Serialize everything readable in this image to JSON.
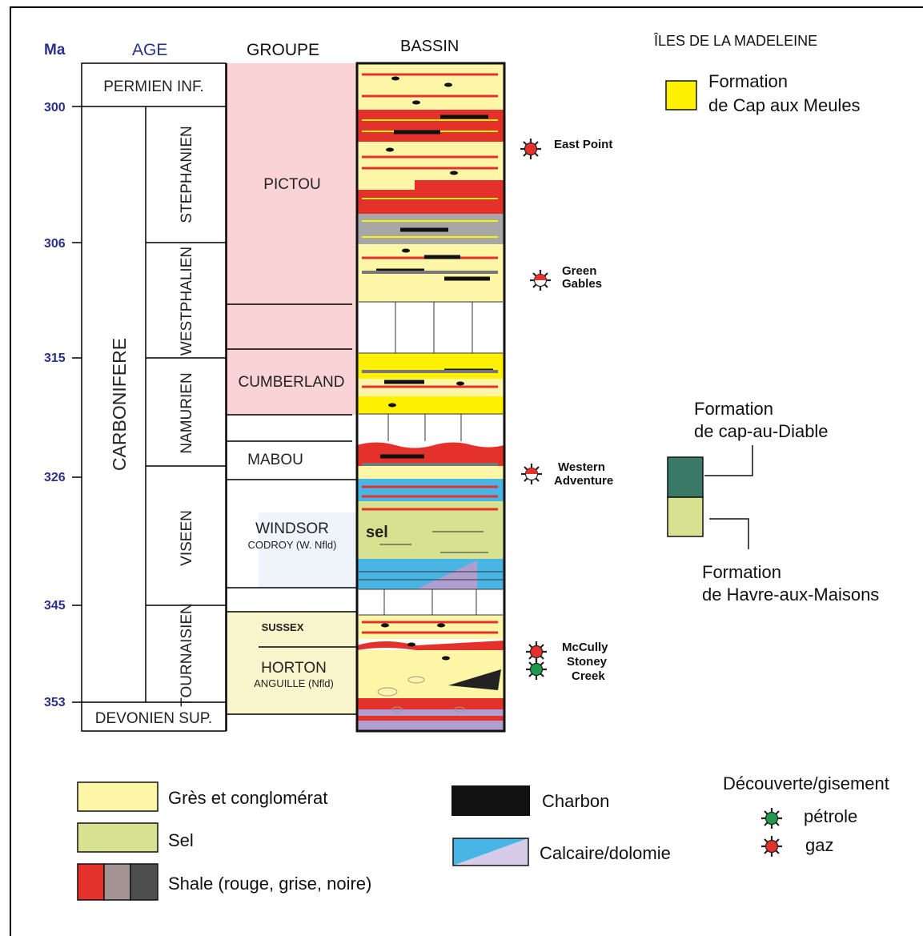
{
  "headers": {
    "ma": "Ma",
    "age": "AGE",
    "groupe": "GROUPE",
    "bassin": "BASSIN",
    "region": "ÎLES DE LA MADELEINE"
  },
  "ma_ticks": [
    "300",
    "306",
    "315",
    "326",
    "345",
    "353"
  ],
  "periods": {
    "permien": "PERMIEN INF.",
    "carbonifere": "CARBONIFERE",
    "devonien": "DEVONIEN SUP."
  },
  "stages": [
    "STEPHANIEN",
    "WESTPHALIEN",
    "NAMURIEN",
    "VISEEN",
    "TOURNAISIEN"
  ],
  "groups": {
    "pictou": "PICTOU",
    "cumberland": "CUMBERLAND",
    "mabou": "MABOU",
    "windsor": "WINDSOR",
    "codroy": "CODROY (W. Nfld)",
    "sussex": "SUSSEX",
    "horton": "HORTON",
    "anguille": "ANGUILLE (Nfld)"
  },
  "basin_text": {
    "sel": "sel"
  },
  "discoveries": {
    "east_point": "East Point",
    "green_gables_1": "Green",
    "green_gables_2": "Gables",
    "western_adventure_1": "Western",
    "western_adventure_2": "Adventure",
    "mccully_1": "McCully",
    "mccully_2": "Stoney",
    "mccully_3": "Creek"
  },
  "formations": {
    "cap_aux_meules_1": "Formation",
    "cap_aux_meules_2": "de Cap aux Meules",
    "cap_au_diable_1": "Formation",
    "cap_au_diable_2": "de cap-au-Diable",
    "havre_1": "Formation",
    "havre_2": "de Havre-aux-Maisons"
  },
  "legend": {
    "gres": "Grès et conglomérat",
    "sel": "Sel",
    "shale": "Shale (rouge, grise, noire)",
    "charbon": "Charbon",
    "calcaire": "Calcaire/dolomie",
    "decouverte": "Découverte/gisement",
    "petrole": "pétrole",
    "gaz": "gaz"
  },
  "colors": {
    "sandstone": "#fdf6a6",
    "yellow_formation": "#fff200",
    "salt": "#d6e28f",
    "red_shale": "#e5312b",
    "grey_shale": "#a7a7a7",
    "black_shale": "#4d4d4d",
    "coal": "#111111",
    "limestone": "#49b5e5",
    "dolomite": "#b09ed0",
    "pink_group": "#f9d3d6",
    "cream_group": "#f9f5cc",
    "dark_green_formation": "#3b7a66",
    "oil_marker": "#1e9a4a",
    "gas_marker": "#e5312b",
    "tick_color": "#2b2f8c"
  }
}
